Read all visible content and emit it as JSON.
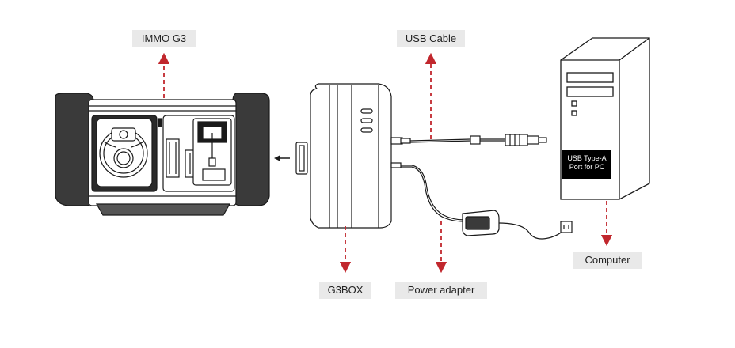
{
  "labels": {
    "immo": "IMMO G3",
    "usb_cable": "USB Cable",
    "computer": "Computer",
    "g3box": "G3BOX",
    "power_adapter": "Power adapter"
  },
  "port_label": {
    "line1": "USB Type-A",
    "line2": "Port for PC"
  },
  "colors": {
    "arrow": "#c1272d",
    "label_bg": "#e9e9e9",
    "device_outline": "#1a1a1a"
  }
}
